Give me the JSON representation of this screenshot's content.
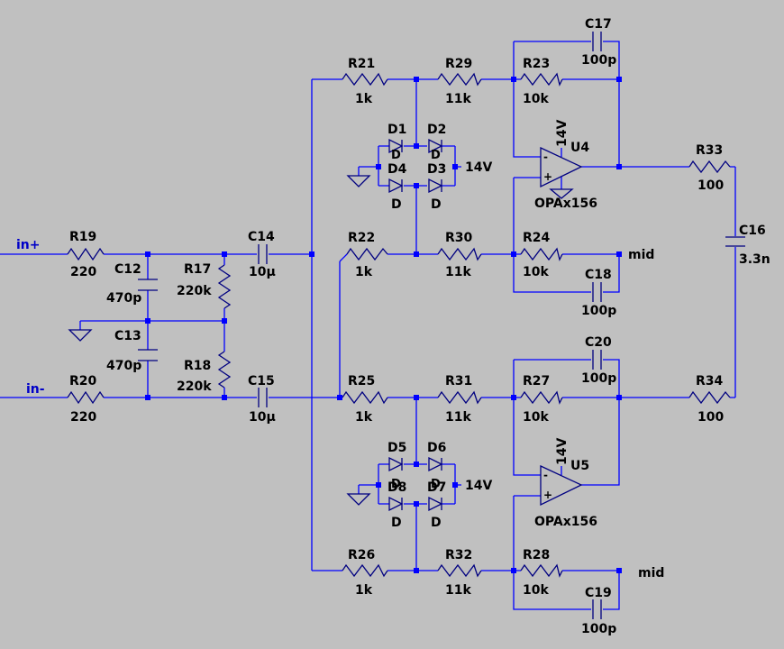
{
  "nets": {
    "in_plus": "in+",
    "in_minus": "in-",
    "mid_a": "mid",
    "mid_b": "mid",
    "v14_d1": "14V",
    "v14_d2": "14V",
    "v14_u4": "14V",
    "v14_u5": "14V"
  },
  "components": {
    "R19": {
      "name": "R19",
      "value": "220"
    },
    "R20": {
      "name": "R20",
      "value": "220"
    },
    "C12": {
      "name": "C12",
      "value": "470p"
    },
    "C13": {
      "name": "C13",
      "value": "470p"
    },
    "R17": {
      "name": "R17",
      "value": "220k"
    },
    "R18": {
      "name": "R18",
      "value": "220k"
    },
    "C14": {
      "name": "C14",
      "value": "10µ"
    },
    "C15": {
      "name": "C15",
      "value": "10µ"
    },
    "R21": {
      "name": "R21",
      "value": "1k"
    },
    "R22": {
      "name": "R22",
      "value": "1k"
    },
    "R25": {
      "name": "R25",
      "value": "1k"
    },
    "R26": {
      "name": "R26",
      "value": "1k"
    },
    "R29": {
      "name": "R29",
      "value": "11k"
    },
    "R30": {
      "name": "R30",
      "value": "11k"
    },
    "R31": {
      "name": "R31",
      "value": "11k"
    },
    "R32": {
      "name": "R32",
      "value": "11k"
    },
    "R23": {
      "name": "R23",
      "value": "10k"
    },
    "R24": {
      "name": "R24",
      "value": "10k"
    },
    "R27": {
      "name": "R27",
      "value": "10k"
    },
    "R28": {
      "name": "R28",
      "value": "10k"
    },
    "C17": {
      "name": "C17",
      "value": "100p"
    },
    "C18": {
      "name": "C18",
      "value": "100p"
    },
    "C20": {
      "name": "C20",
      "value": "100p"
    },
    "C19": {
      "name": "C19",
      "value": "100p"
    },
    "R33": {
      "name": "R33",
      "value": "100"
    },
    "R34": {
      "name": "R34",
      "value": "100"
    },
    "C16": {
      "name": "C16",
      "value": "3.3n"
    },
    "U4": {
      "name": "U4",
      "value": "OPAx156"
    },
    "U5": {
      "name": "U5",
      "value": "OPAx156"
    },
    "D1": {
      "name": "D1",
      "value": "D"
    },
    "D2": {
      "name": "D2",
      "value": "D"
    },
    "D3": {
      "name": "D3",
      "value": "D"
    },
    "D4": {
      "name": "D4",
      "value": "D"
    },
    "D5": {
      "name": "D5",
      "value": "D"
    },
    "D6": {
      "name": "D6",
      "value": "D"
    },
    "D7": {
      "name": "D7",
      "value": "D"
    },
    "D8": {
      "name": "D8",
      "value": "D"
    }
  },
  "opamp_pins": {
    "minus": "-",
    "plus": "+"
  },
  "colors": {
    "background": "#c0c0c0",
    "wire": "#0000ff",
    "symbol": "#000080",
    "net_label": "#0000c8",
    "text": "#000000"
  }
}
